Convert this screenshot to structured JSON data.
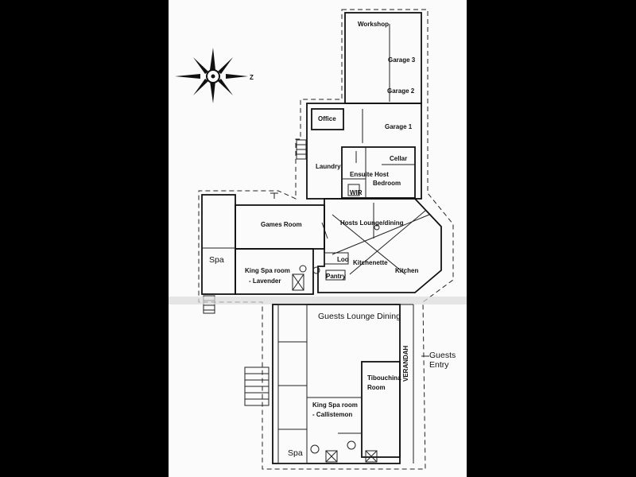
{
  "plan": {
    "compass_letter": "Z",
    "rooms": {
      "workshop": "Workshop",
      "garage3": "Garage 3",
      "garage2": "Garage 2",
      "office": "Office",
      "garage1": "Garage 1",
      "cellar": "Cellar",
      "laundry": "Laundry",
      "ensuite_host": "Ensuite Host",
      "bedroom": "Bedroom",
      "wir": "WIR",
      "games_room": "Games Room",
      "hosts_lounge": "Hosts Lounge/dining",
      "spa_upper": "Spa",
      "loo": "Loo",
      "kitchenette": "Kitchenette",
      "king_spa_lavender_1": "King Spa room",
      "king_spa_lavender_2": "- Lavender",
      "pantry": "Pantry",
      "kitchen": "Kitchen",
      "guests_lounge": "Guests Lounge Dining",
      "verandah": "VERANDAH",
      "guests_entry_1": "Guests",
      "guests_entry_2": "Entry",
      "tibouchina_1": "Tibouchina",
      "tibouchina_2": "Room",
      "king_spa_callistemon_1": "King Spa room",
      "king_spa_callistemon_2": "- Callistemon",
      "spa_lower": "Spa"
    }
  }
}
